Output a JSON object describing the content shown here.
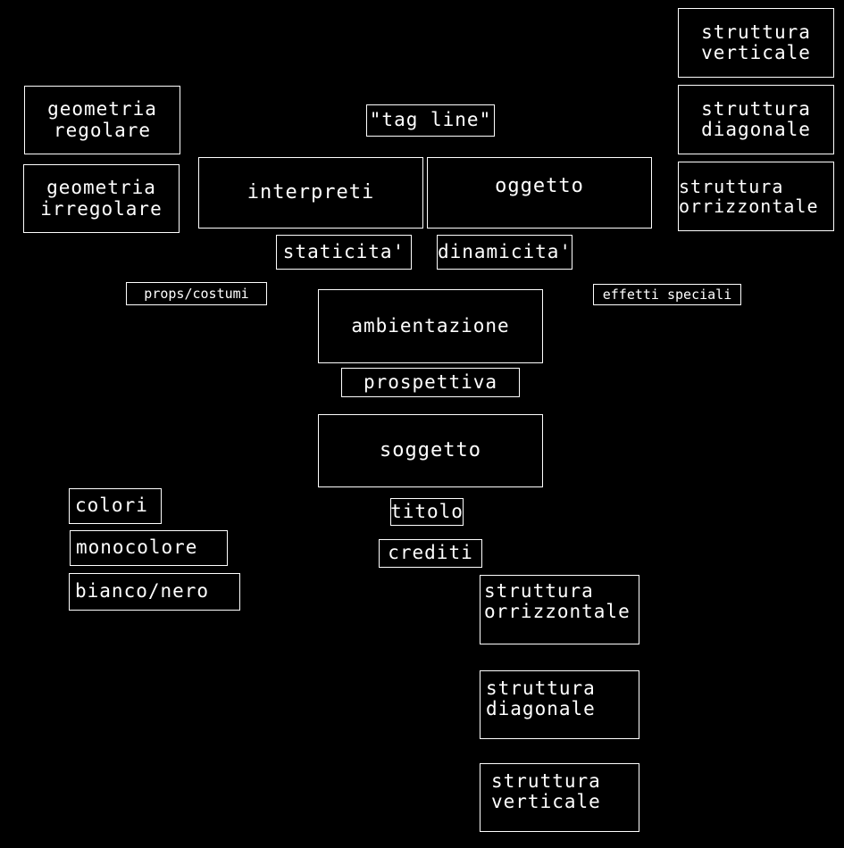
{
  "nodes": {
    "struttura_verticale_top": {
      "line1": "struttura",
      "line2": "verticale"
    },
    "struttura_diagonale_top": {
      "line1": "struttura",
      "line2": "diagonale"
    },
    "struttura_orrizzontale_top": {
      "line1": "struttura",
      "line2": "orrizzontale"
    },
    "geometria_regolare": {
      "line1": "geometria",
      "line2": "regolare"
    },
    "geometria_irregolare": {
      "line1": "geometria",
      "line2": "irregolare"
    },
    "tag_line": "\"tag line\"",
    "interpreti": "interpreti",
    "oggetto": "oggetto",
    "staticita": "staticita'",
    "dinamicita": "dinamicita'",
    "props_costumi": "props/costumi",
    "effetti_speciali": "effetti speciali",
    "ambientazione": "ambientazione",
    "prospettiva": "prospettiva",
    "soggetto": "soggetto",
    "colori": "colori",
    "monocolore": "monocolore",
    "bianco_nero": "bianco/nero",
    "titolo": "titolo",
    "crediti": "crediti",
    "struttura_orrizzontale_bottom": {
      "line1": "struttura",
      "line2": "orrizzontale"
    },
    "struttura_diagonale_bottom": {
      "line1": "struttura",
      "line2": "diagonale"
    },
    "struttura_verticale_bottom": {
      "line1": "struttura",
      "line2": "verticale"
    }
  },
  "colors": {
    "background": "#000000",
    "stroke": "#ffffff",
    "text": "#ffffff"
  }
}
